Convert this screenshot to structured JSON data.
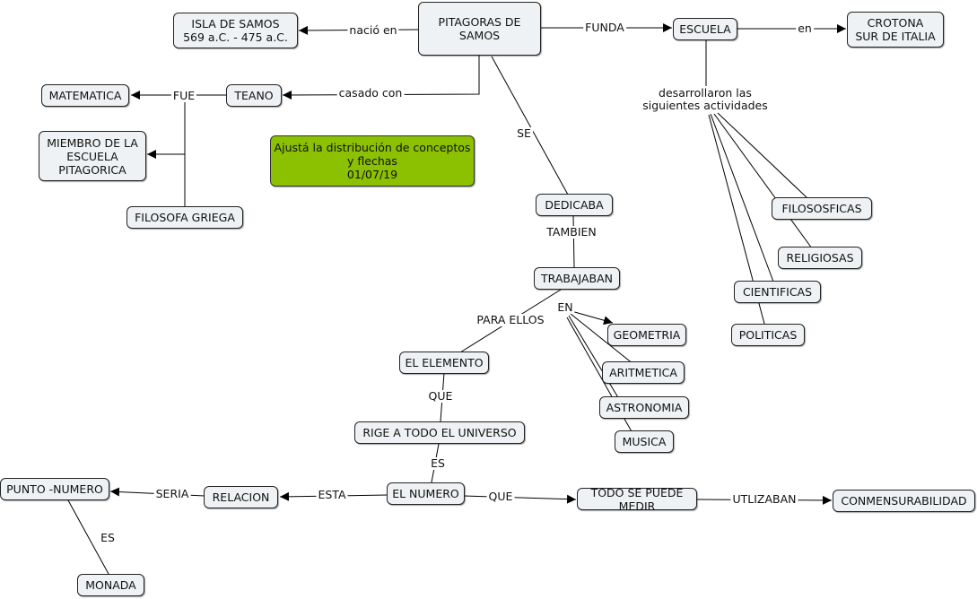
{
  "nodes": {
    "pitagoras": "PITAGORAS DE\nSAMOS",
    "isla": "ISLA DE SAMOS\n569 a.C. - 475 a.C.",
    "escuela": "ESCUELA",
    "crotona": "CROTONA\nSUR DE ITALIA",
    "teano": "TEANO",
    "matematica": "MATEMATICA",
    "miembro": "MIEMBRO DE LA\nESCUELA\nPITAGORICA",
    "filosofa": "FILOSOFA GRIEGA",
    "note": "Ajustá la distribución de conceptos\ny flechas\n01/07/19",
    "dedicaba": "DEDICABA",
    "trabajaban": "TRABAJABAN",
    "geometria": "GEOMETRIA",
    "aritmetica": "ARITMETICA",
    "astronomia": "ASTRONOMIA",
    "musica": "MUSICA",
    "elemento": "EL ELEMENTO",
    "rige": "RIGE A TODO EL UNIVERSO",
    "numero": "EL NUMERO",
    "relacion": "RELACION",
    "punto": "PUNTO -NUMERO",
    "monada": "MONADA",
    "todo": "TODO SE PUEDE MEDIR",
    "conmens": "CONMENSURABILIDAD",
    "filosoficas": "FILOSOSFICAS",
    "religiosas": "RELIGIOSAS",
    "cientificas": "CIENTIFICAS",
    "politicas": "POLITICAS"
  },
  "links": {
    "nacio": "nació en",
    "funda": "FUNDA",
    "en": "en",
    "casado": "casado con",
    "fue": "FUE",
    "se": "SE",
    "desarrollaron": "desarrollaron las\nsiguientes actividades",
    "tambien": "TAMBIEN",
    "en2": "EN",
    "paraellos": "PARA ELLOS",
    "que": "QUE",
    "es": "ES",
    "esta": "ESTA",
    "seria": "SERIA",
    "es2": "ES",
    "que2": "QUE",
    "utilizaban": "UTLIZABAN"
  },
  "colors": {
    "concept_fill": "#eef2f4",
    "note_fill": "#8cc101",
    "line": "#000000"
  }
}
